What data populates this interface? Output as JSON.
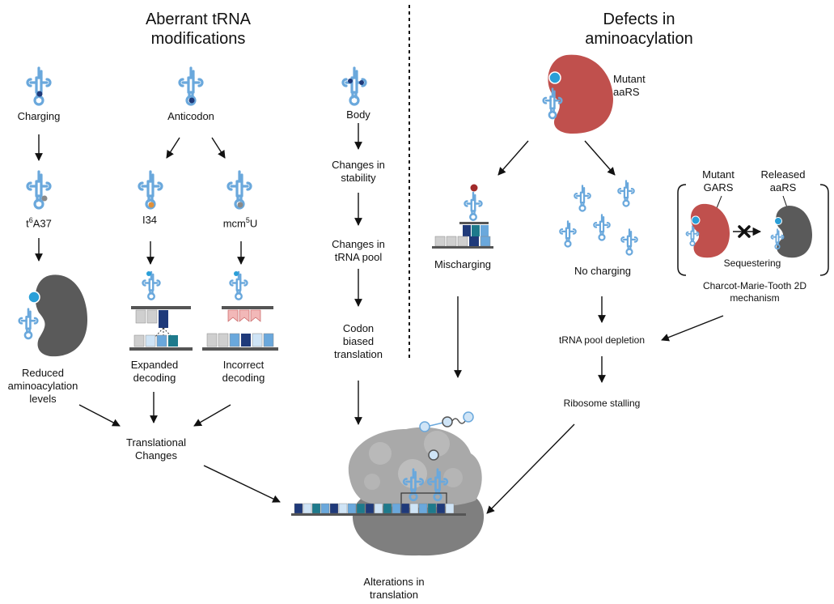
{
  "left_heading": {
    "line1": "Aberrant tRNA",
    "line2": "modifications"
  },
  "right_heading": {
    "line1": "Defects in",
    "line2": "aminoacylation"
  },
  "left": {
    "charging": "Charging",
    "t6a37": {
      "pre": "t",
      "sup": "6",
      "post": "A37"
    },
    "reduced": {
      "l1": "Reduced",
      "l2": "aminoacylation",
      "l3": "levels"
    },
    "anticodon": "Anticodon",
    "i34": "I34",
    "mcm5u": {
      "pre": "mcm",
      "sup": "5",
      "post": "U"
    },
    "expanded": {
      "l1": "Expanded",
      "l2": "decoding"
    },
    "incorrect": {
      "l1": "Incorrect",
      "l2": "decoding"
    },
    "translational": {
      "l1": "Translational",
      "l2": "Changes"
    },
    "body": "Body",
    "stability": {
      "l1": "Changes in",
      "l2": "stability"
    },
    "pool": {
      "l1": "Changes in",
      "l2": "tRNA pool"
    },
    "codon": {
      "l1": "Codon",
      "l2": "biased",
      "l3": "translation"
    }
  },
  "right": {
    "mutant_aars": {
      "l1": "Mutant",
      "l2": "aaRS"
    },
    "mischarging": "Mischarging",
    "no_charging": "No charging",
    "mutant_gars": {
      "l1": "Mutant",
      "l2": "GARS"
    },
    "released_aars": {
      "l1": "Released",
      "l2": "aaRS"
    },
    "sequestering": "Sequestering",
    "cmt": {
      "l1": "Charcot-Marie-Tooth 2D",
      "l2": "mechanism"
    },
    "depletion": "tRNA pool depletion",
    "stalling": "Ribosome stalling"
  },
  "bottom": {
    "alterations": {
      "l1": "Alterations in",
      "l2": "translation"
    }
  },
  "colors": {
    "trna": "#6aa8dc",
    "trna_light": "#cfe4f6",
    "aars_red": "#c0504d",
    "aars_gray": "#5a5a5a",
    "navy": "#1f3a7a",
    "teal": "#1e7a8c",
    "pink": "#f2b8b8",
    "ribosome": "#9a9a9a"
  },
  "icons": [
    "trna-icon",
    "aars-enzyme-icon",
    "ribosome-icon",
    "mrna-strand-icon",
    "amino-acid-icon",
    "x-mark-icon",
    "arrow-icon"
  ]
}
